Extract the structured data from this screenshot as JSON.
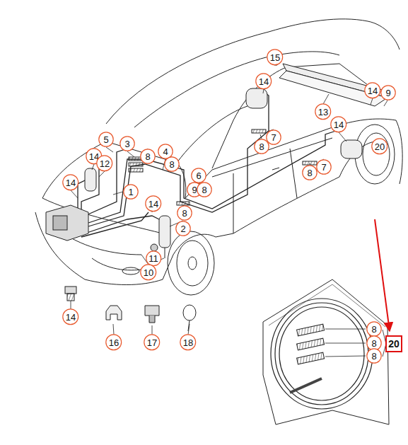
{
  "diagram": {
    "nodes": [
      {
        "text": [
          "15"
        ]
      },
      {
        "text": [
          "14"
        ]
      },
      {
        "text": [
          "14"
        ]
      },
      {
        "text": [
          "9"
        ]
      },
      {
        "text": [
          "13"
        ]
      },
      {
        "text": [
          "14"
        ]
      },
      {
        "text": [
          "7"
        ]
      },
      {
        "text": [
          "5"
        ]
      },
      {
        "text": [
          "3"
        ]
      },
      {
        "text": [
          "8"
        ]
      },
      {
        "text": [
          "20"
        ]
      },
      {
        "text": [
          "4"
        ]
      },
      {
        "text": [
          "8"
        ]
      },
      {
        "text": [
          "14"
        ]
      },
      {
        "text": [
          "12"
        ]
      },
      {
        "text": [
          "8"
        ]
      },
      {
        "text": [
          "7"
        ]
      },
      {
        "text": [
          "8"
        ]
      },
      {
        "text": [
          "6"
        ]
      },
      {
        "text": [
          "14"
        ]
      },
      {
        "text": [
          "9"
        ]
      },
      {
        "text": [
          "8"
        ]
      },
      {
        "text": [
          "1"
        ]
      },
      {
        "text": [
          "14"
        ]
      },
      {
        "text": [
          "8"
        ]
      },
      {
        "text": [
          "2"
        ]
      },
      {
        "text": [
          "11"
        ]
      },
      {
        "text": [
          "10"
        ]
      },
      {
        "text": [
          "14"
        ]
      },
      {
        "text": [
          "8"
        ]
      },
      {
        "text": [
          "16"
        ]
      },
      {
        "text": [
          "17"
        ]
      },
      {
        "text": [
          "18"
        ]
      },
      {
        "text": [
          "20"
        ]
      },
      {
        "text": [
          "8"
        ]
      },
      {
        "text": [
          "8"
        ]
      }
    ]
  }
}
